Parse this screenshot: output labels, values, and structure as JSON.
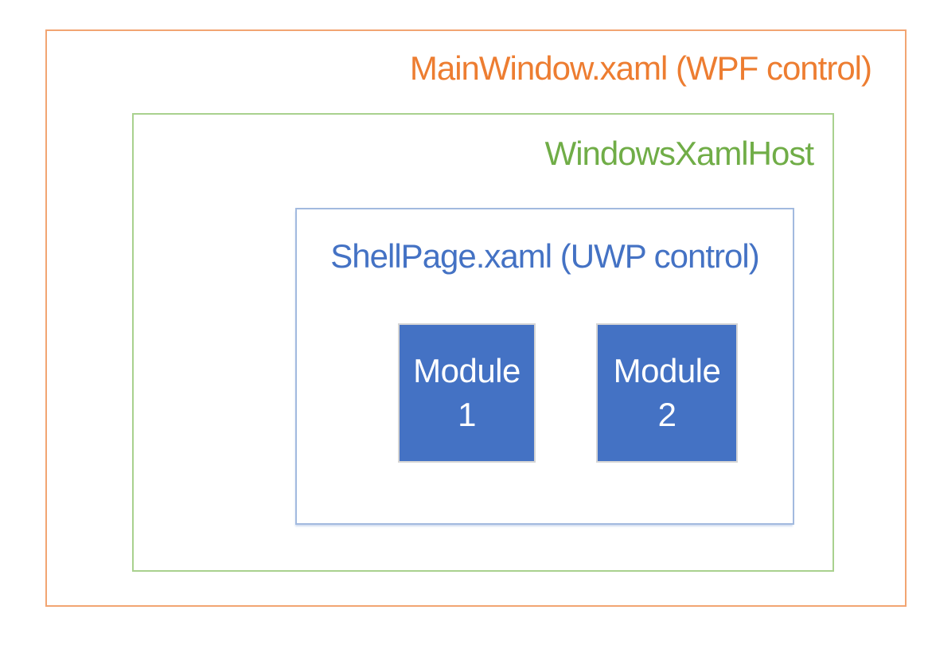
{
  "diagram": {
    "type": "nested-containment",
    "background_color": "#FFFFFF",
    "boxes": {
      "main_window": {
        "label": "MainWindow.xaml (WPF control)",
        "text_color": "#ED7D31",
        "border_color": "#F2A572"
      },
      "xaml_host": {
        "label": "WindowsXamlHost",
        "text_color": "#70AD47",
        "border_color": "#A9D18E"
      },
      "shell_page": {
        "label": "ShellPage.xaml (UWP control)",
        "text_color": "#4472C4",
        "border_color": "#A2BADF"
      }
    },
    "modules": [
      {
        "name": "Module",
        "number": "1",
        "fill_color": "#4472C4",
        "text_color": "#FFFFFF",
        "border_color": "#D5D5D5"
      },
      {
        "name": "Module",
        "number": "2",
        "fill_color": "#4472C4",
        "text_color": "#FFFFFF",
        "border_color": "#D5D5D5"
      }
    ]
  }
}
